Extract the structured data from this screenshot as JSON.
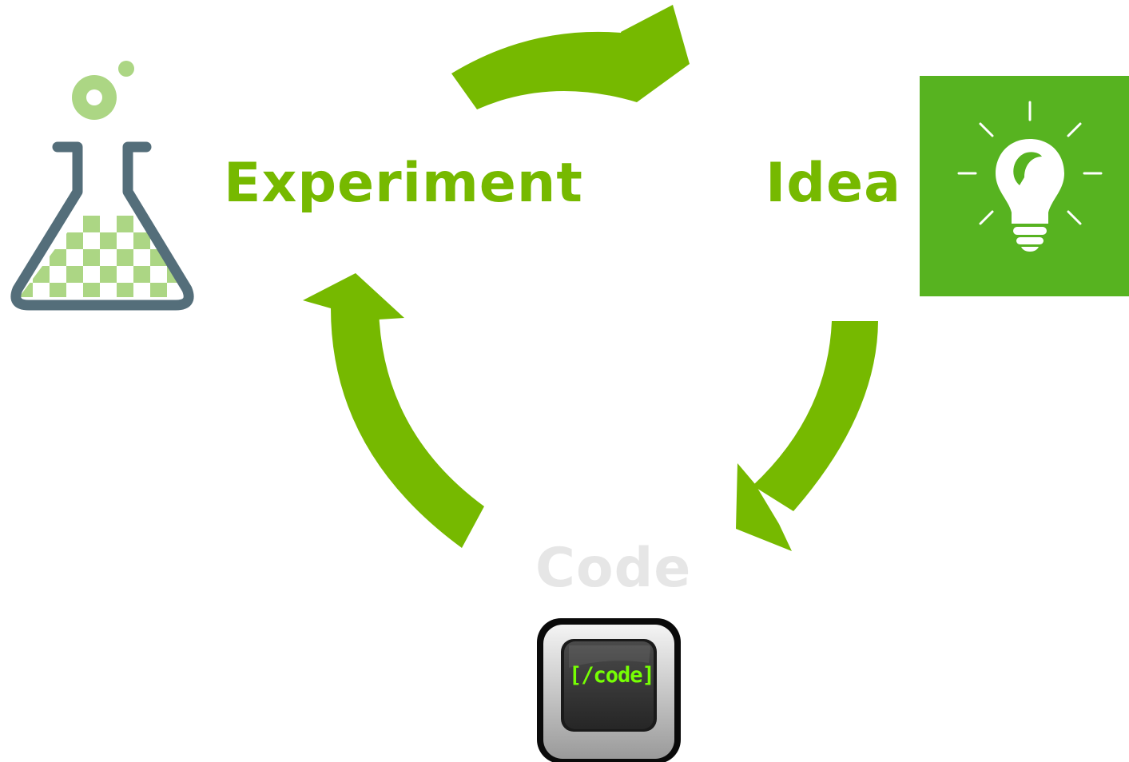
{
  "nodes": {
    "experiment": {
      "label": "Experiment",
      "icon": "flask-icon"
    },
    "idea": {
      "label": "Idea",
      "icon": "lightbulb-icon"
    },
    "code": {
      "label": "Code",
      "icon": "code-screen-icon",
      "screen_text": "[/code]"
    }
  },
  "edges": [
    {
      "from": "experiment",
      "to": "idea"
    },
    {
      "from": "idea",
      "to": "code"
    },
    {
      "from": "code",
      "to": "experiment"
    }
  ],
  "colors": {
    "accent_green": "#76b900",
    "tile_green": "#57b320",
    "light_green": "#acd684",
    "flask_slate": "#546e7a",
    "code_label_gray": "#e6e6e6",
    "screen_text_green": "#76ff03"
  }
}
